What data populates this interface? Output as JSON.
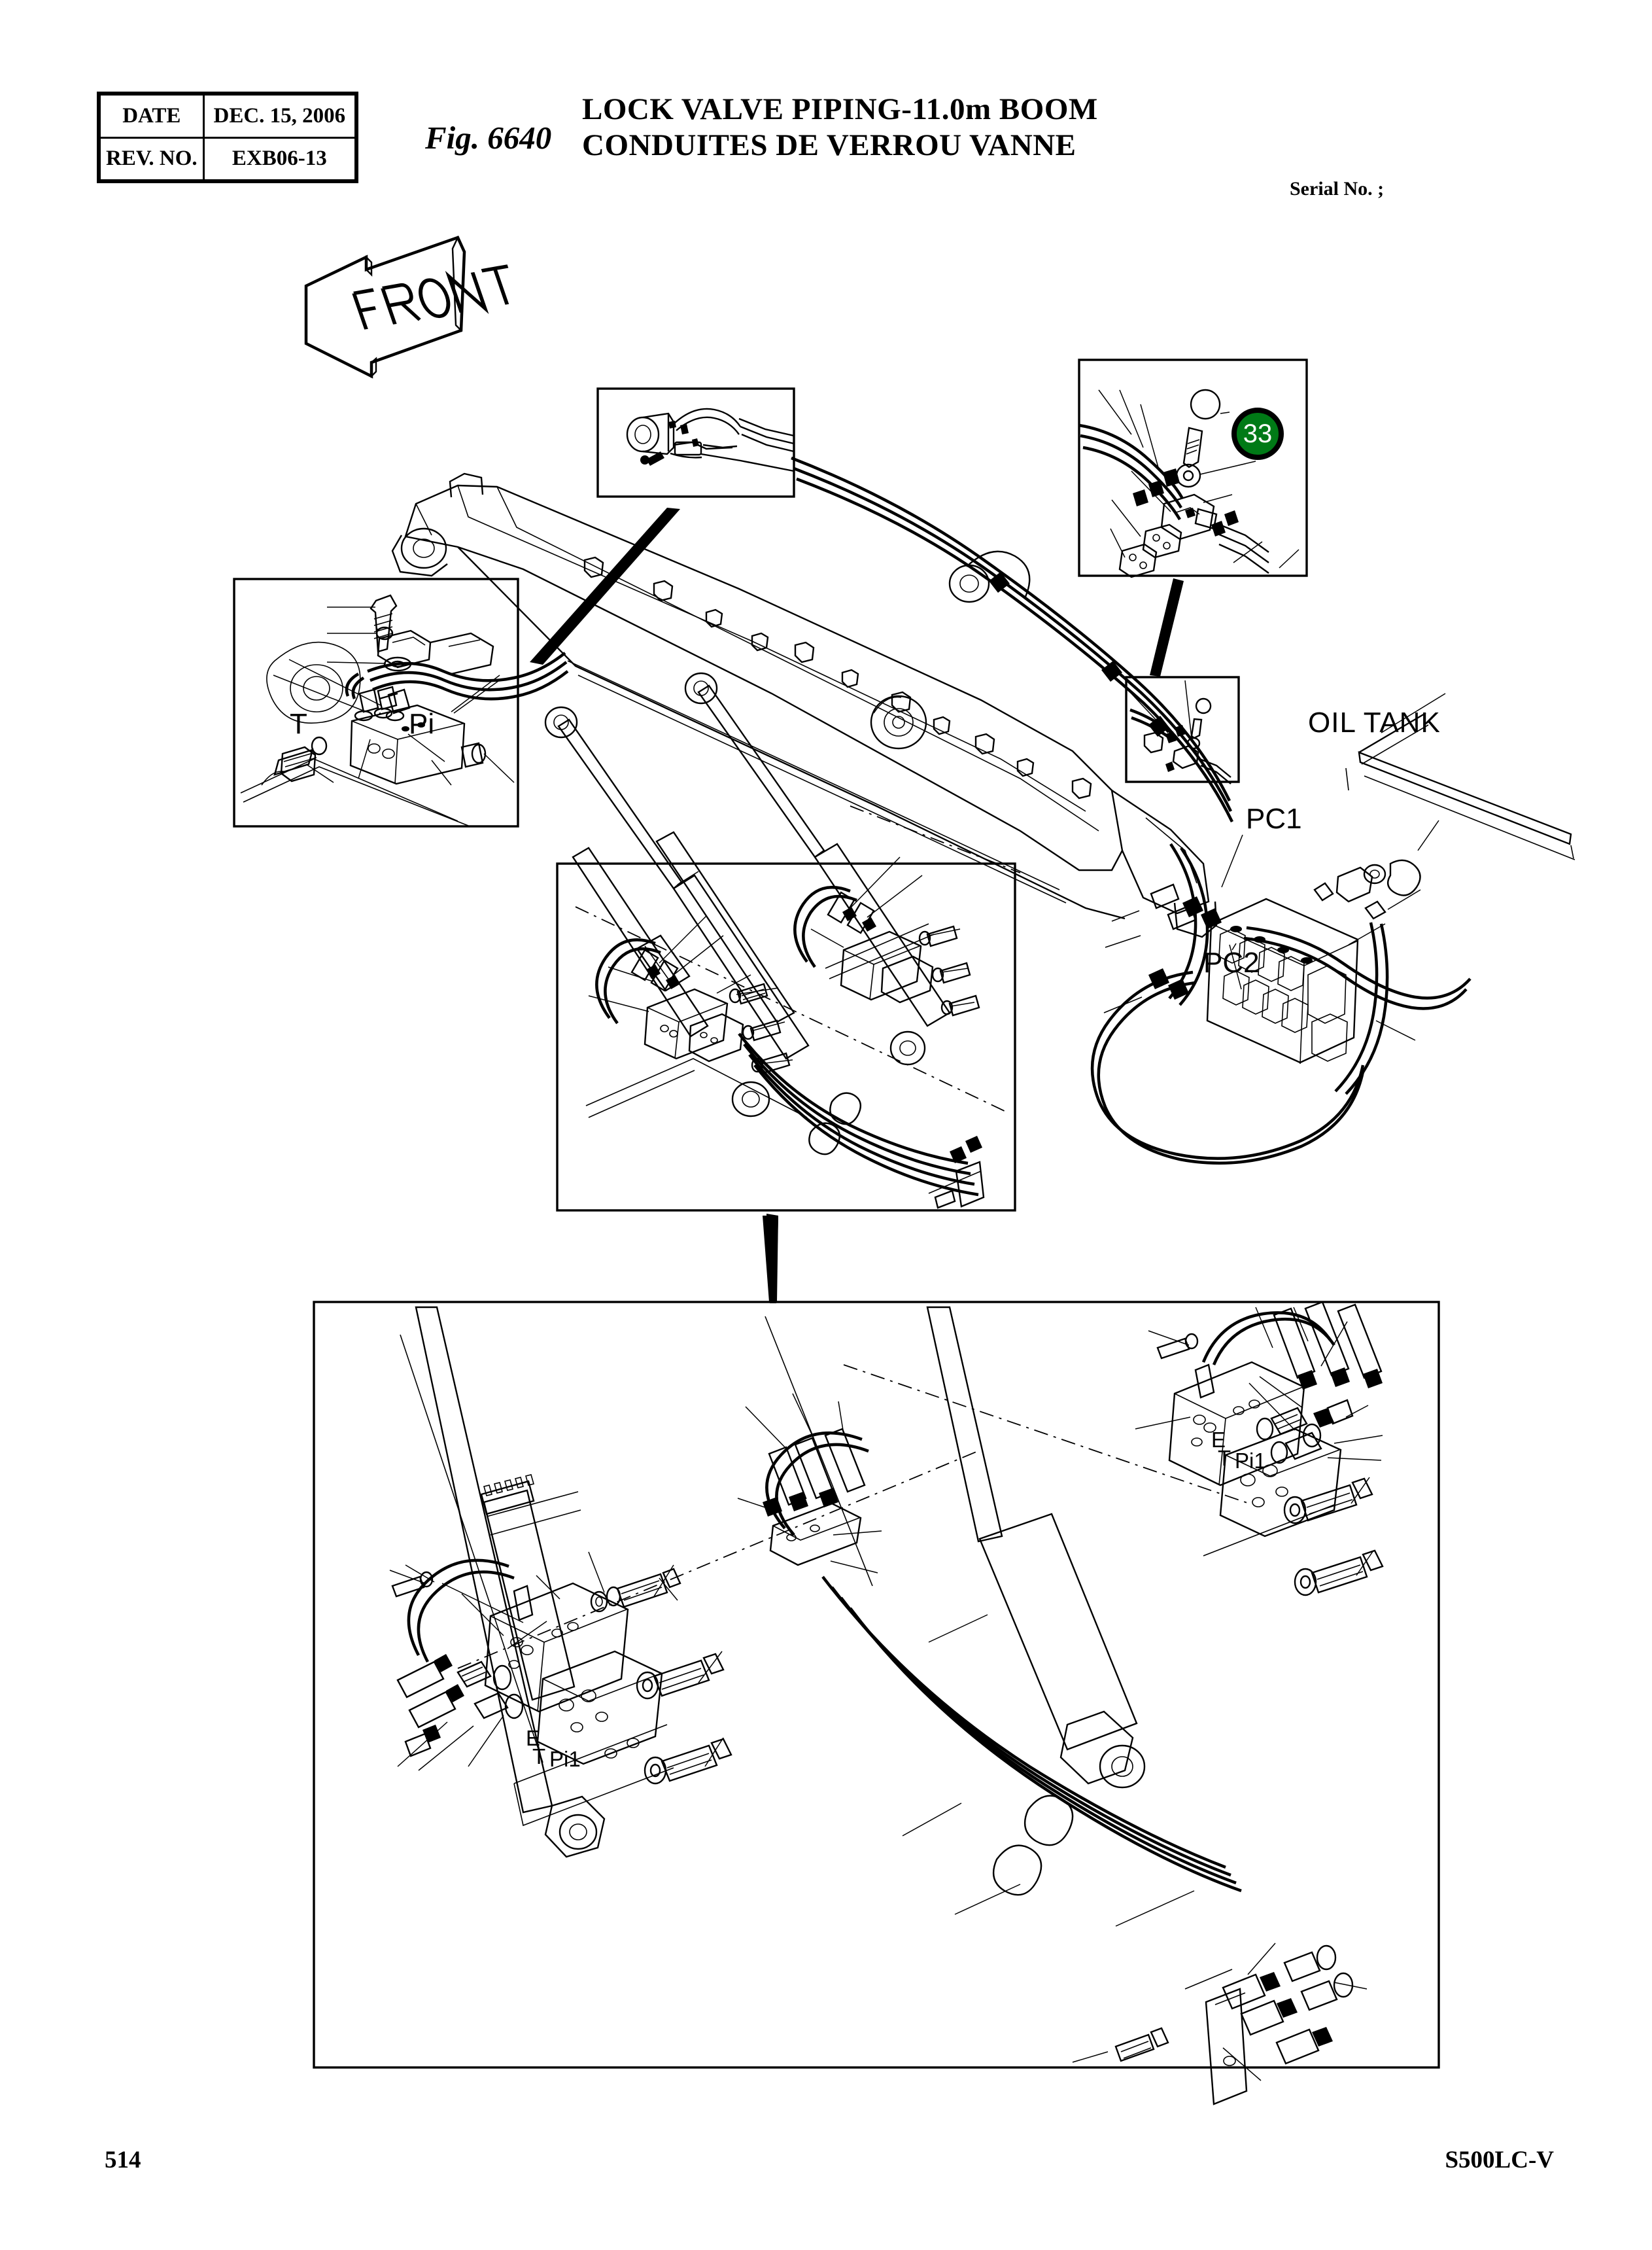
{
  "header": {
    "rows": [
      {
        "label": "DATE",
        "value": "DEC. 15, 2006"
      },
      {
        "label": "REV. NO.",
        "value": "EXB06-13"
      }
    ]
  },
  "figure": {
    "number": "Fig. 6640",
    "title_en": "LOCK VALVE PIPING-11.0m BOOM",
    "title_fr": "CONDUITES DE VERROU VANNE",
    "serial_no": "Serial No. ;"
  },
  "footer": {
    "page_number": "514",
    "model_code": "S500LC-V"
  },
  "drawing_labels": {
    "front_arrow": "FRONT",
    "oil_tank": "OIL TANK",
    "pc1": "PC1",
    "pc2": "PC2",
    "port_t": "T",
    "port_pi": "Pi",
    "valve_a": {
      "e": "E",
      "t": "T",
      "pi1": "Pi1"
    },
    "valve_b": {
      "e": "E",
      "t": "T",
      "pi1": "Pi1"
    }
  },
  "callouts": [
    {
      "number": "33",
      "fill": "#007A16",
      "stroke": "#000000",
      "text_color": "#ffffff"
    }
  ],
  "icons": {
    "front_arrow": "front-direction-arrow-icon",
    "callout_bubble": "part-callout-bubble-icon"
  }
}
